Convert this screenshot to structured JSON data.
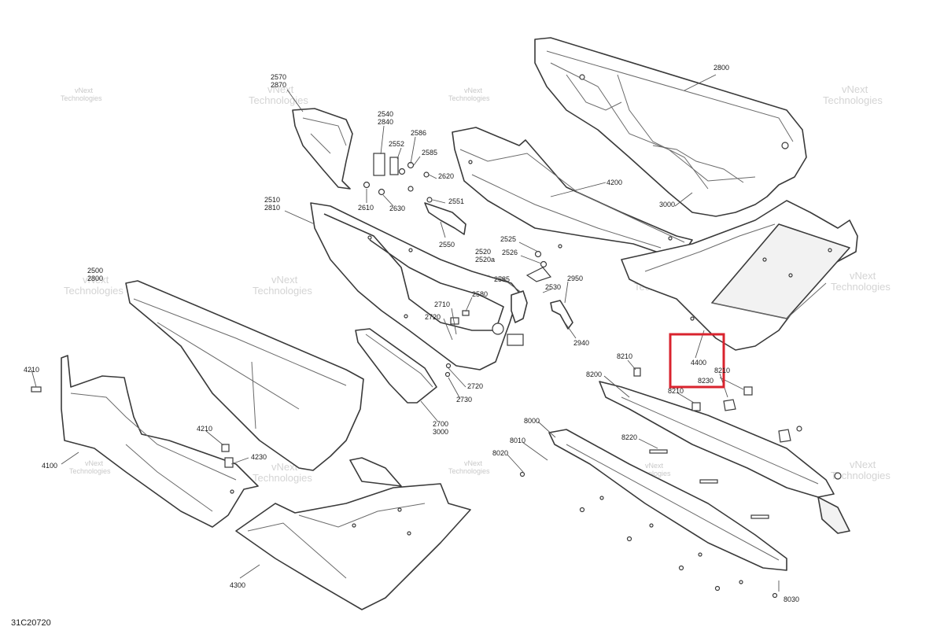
{
  "diagram": {
    "document_id": "31C20720",
    "watermark_lines": [
      "vNext",
      "Technologies"
    ],
    "highlight_color": "#d9232e",
    "highlighted_part": "4400",
    "callouts": [
      {
        "id": "c2570",
        "text": "2570"
      },
      {
        "id": "c2870",
        "text": "2870"
      },
      {
        "id": "c2540",
        "text": "2540"
      },
      {
        "id": "c2840",
        "text": "2840"
      },
      {
        "id": "c2586",
        "text": "2586"
      },
      {
        "id": "c2552",
        "text": "2552"
      },
      {
        "id": "c2585",
        "text": "2585"
      },
      {
        "id": "c2620",
        "text": "2620"
      },
      {
        "id": "c2551",
        "text": "2551"
      },
      {
        "id": "c2610",
        "text": "2610"
      },
      {
        "id": "c2630",
        "text": "2630"
      },
      {
        "id": "c2550",
        "text": "2550"
      },
      {
        "id": "c2510",
        "text": "2510"
      },
      {
        "id": "c2810",
        "text": "2810"
      },
      {
        "id": "c2525",
        "text": "2525"
      },
      {
        "id": "c2520",
        "text": "2520"
      },
      {
        "id": "c2520a",
        "text": "2520a"
      },
      {
        "id": "c2526",
        "text": "2526"
      },
      {
        "id": "c2585b",
        "text": "2585"
      },
      {
        "id": "c2580",
        "text": "2580"
      },
      {
        "id": "c2530",
        "text": "2530"
      },
      {
        "id": "c2950",
        "text": "2950"
      },
      {
        "id": "c2710",
        "text": "2710"
      },
      {
        "id": "c2720",
        "text": "2720"
      },
      {
        "id": "c2720b",
        "text": "2720"
      },
      {
        "id": "c2730",
        "text": "2730"
      },
      {
        "id": "c2940",
        "text": "2940"
      },
      {
        "id": "c2700",
        "text": "2700"
      },
      {
        "id": "c3000b",
        "text": "3000"
      },
      {
        "id": "c2500",
        "text": "2500"
      },
      {
        "id": "c2800b",
        "text": "2800"
      },
      {
        "id": "c2800",
        "text": "2800"
      },
      {
        "id": "c4200",
        "text": "4200"
      },
      {
        "id": "c3000",
        "text": "3000"
      },
      {
        "id": "c4400",
        "text": "4400"
      },
      {
        "id": "c8230",
        "text": "8230"
      },
      {
        "id": "c8210a",
        "text": "8210"
      },
      {
        "id": "c8210b",
        "text": "8210"
      },
      {
        "id": "c8210c",
        "text": "8210"
      },
      {
        "id": "c8200",
        "text": "8200"
      },
      {
        "id": "c8000",
        "text": "8000"
      },
      {
        "id": "c8010",
        "text": "8010"
      },
      {
        "id": "c8020",
        "text": "8020"
      },
      {
        "id": "c8220",
        "text": "8220"
      },
      {
        "id": "c8030",
        "text": "8030"
      },
      {
        "id": "c4210a",
        "text": "4210"
      },
      {
        "id": "c4210b",
        "text": "4210"
      },
      {
        "id": "c4230",
        "text": "4230"
      },
      {
        "id": "c4100",
        "text": "4100"
      },
      {
        "id": "c4300",
        "text": "4300"
      }
    ]
  }
}
